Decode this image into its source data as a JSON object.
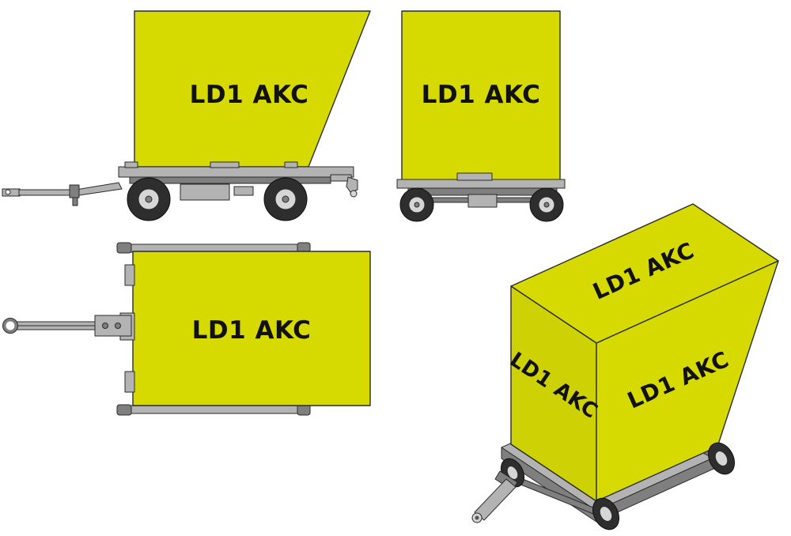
{
  "diagram": {
    "views": {
      "side": {
        "container_label": "LD1 AKC"
      },
      "front": {
        "container_label": "LD1 AKC"
      },
      "top": {
        "container_label": "LD1 AKC"
      },
      "isometric": {
        "top_face_label": "LD1 AKC",
        "left_face_label": "LD1 AKC",
        "right_face_label": "LD1 AKC"
      }
    },
    "colors": {
      "background": "#ffffff",
      "container_yellow": "#d6da00",
      "container_yellow_shade": "#ced204",
      "outline": "#2b2b2b",
      "metal_gray": "#b3b3b3",
      "metal_dark": "#7f7f7f",
      "tire_dark": "#2e2e2e",
      "hub_light": "#d6d6d6",
      "label_text": "#111111"
    }
  }
}
